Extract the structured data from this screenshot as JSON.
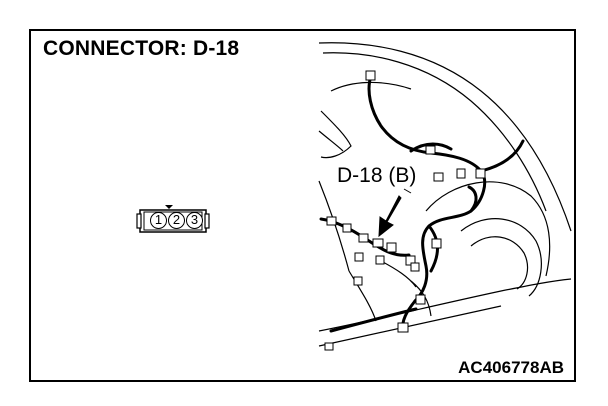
{
  "title": "CONNECTOR: D-18",
  "callout_label": "D-18 (B)",
  "figure_code": "AC406778AB",
  "connector": {
    "pins": [
      "1",
      "2",
      "3"
    ]
  }
}
